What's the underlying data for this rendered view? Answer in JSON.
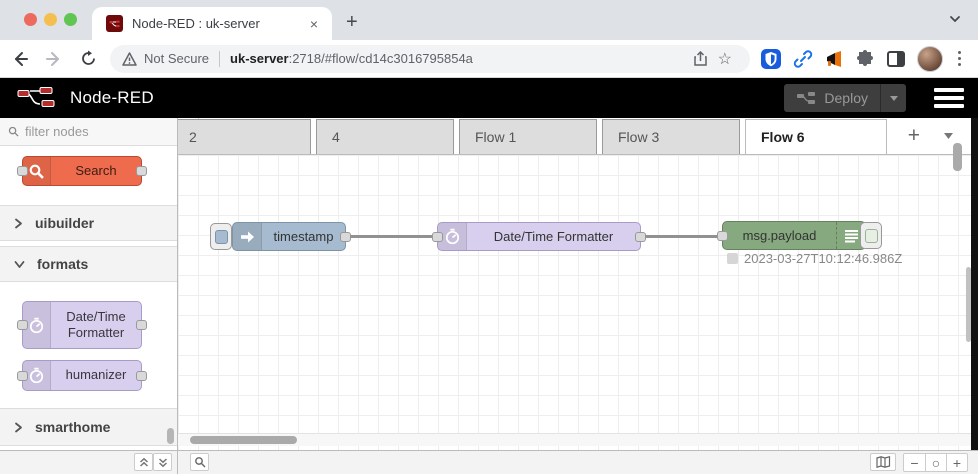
{
  "browser": {
    "tab_title": "Node-RED : uk-server",
    "tab_close": "×",
    "new_tab": "+",
    "security_label": "Not Secure",
    "url_host": "uk-server",
    "url_path": ":2718/#flow/cd14c3016795854a",
    "star": "☆"
  },
  "header": {
    "app_name": "Node-RED",
    "deploy_label": "Deploy"
  },
  "palette": {
    "filter_placeholder": "filter nodes",
    "search_node_label": "Search",
    "categories": [
      {
        "label": "uibuilder",
        "expanded": false
      },
      {
        "label": "formats",
        "expanded": true
      },
      {
        "label": "smarthome",
        "expanded": false
      }
    ],
    "format_nodes": {
      "formatter_line1": "Date/Time",
      "formatter_line2": "Formatter",
      "humanizer": "humanizer"
    }
  },
  "workspace": {
    "tabs": [
      {
        "label": "2"
      },
      {
        "label": "4"
      },
      {
        "label": "Flow 1"
      },
      {
        "label": "Flow 3"
      },
      {
        "label": "Flow 6",
        "active": true
      }
    ],
    "add_tab": "+",
    "nodes": [
      {
        "type": "inject",
        "label": "timestamp"
      },
      {
        "type": "function",
        "label": "Date/Time Formatter"
      },
      {
        "type": "debug",
        "label": "msg.payload",
        "status": "2023-03-27T10:12:46.986Z"
      }
    ]
  },
  "footer": {
    "zoom_out": "−",
    "zoom_reset": "○",
    "zoom_in": "+"
  },
  "colors": {
    "header_bg": "#000000",
    "inject": "#a6bbcf",
    "formatter": "#d8cfee",
    "debug": "#87a980",
    "search_node": "#ee6c4d",
    "logo_red": "#8f0000",
    "link_blue": "#1a73e8"
  }
}
